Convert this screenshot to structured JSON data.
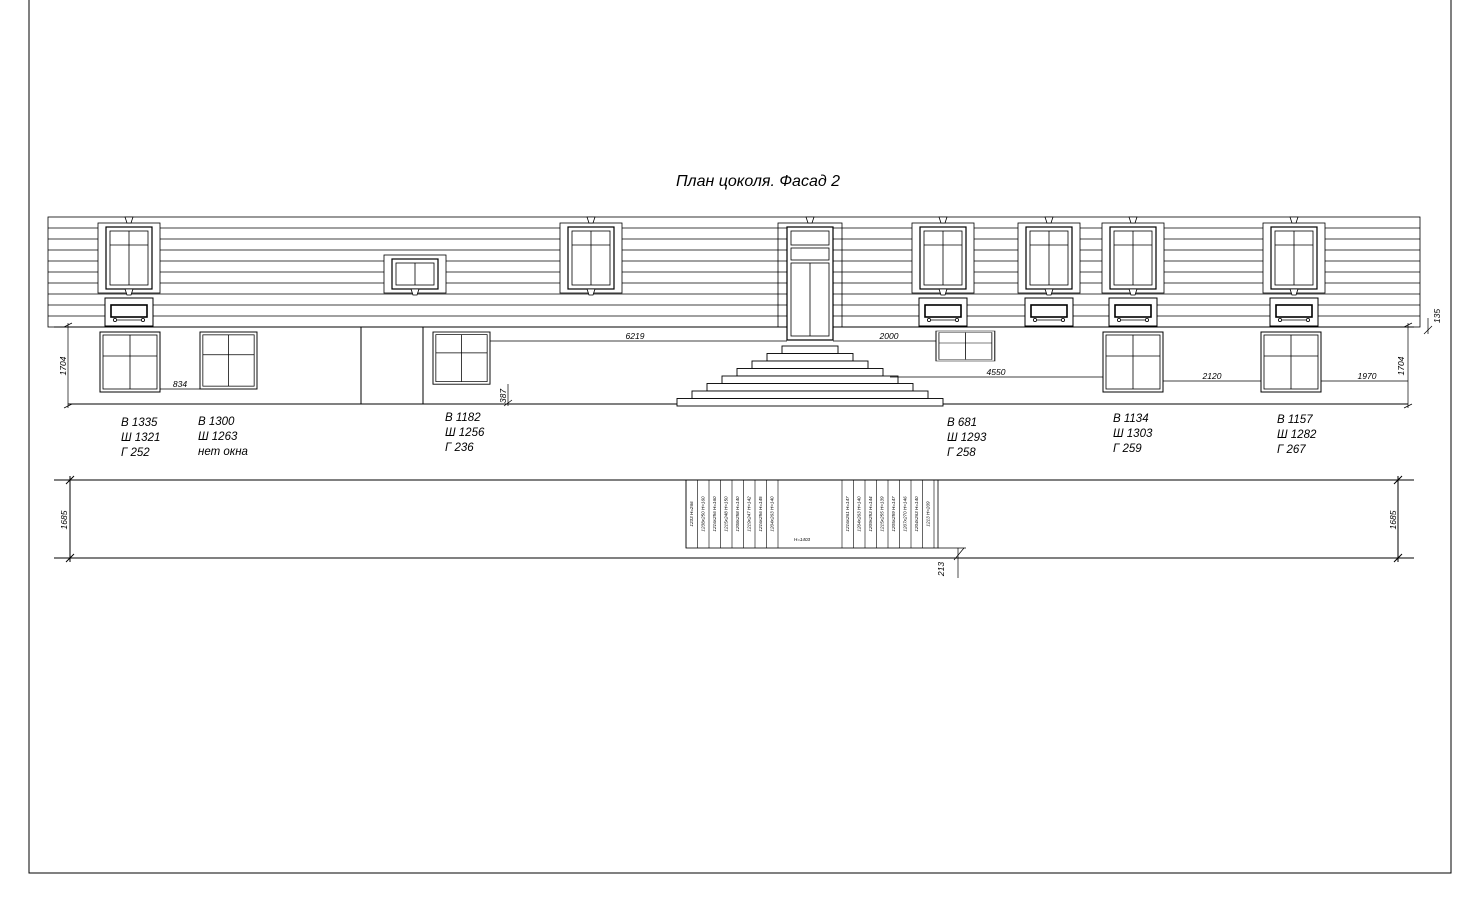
{
  "title": "План цоколя. Фасад 2",
  "openings": [
    {
      "lines": [
        "В 1335",
        "Ш 1321",
        "Г 252"
      ]
    },
    {
      "lines": [
        "В 1300",
        "Ш 1263",
        "нет окна"
      ]
    },
    {
      "lines": [
        "В 1182",
        "Ш 1256",
        "Г 236"
      ]
    },
    {
      "lines": [
        "В 681",
        "Ш 1293",
        "Г 258"
      ]
    },
    {
      "lines": [
        "В 1134",
        "Ш 1303",
        "Г 259"
      ]
    },
    {
      "lines": [
        "В 1157",
        "Ш 1282",
        "Г 267"
      ]
    }
  ],
  "dimensions": {
    "gap_w1_w2": "834",
    "run_to_stair": "6219",
    "stair_to_w": "2000",
    "stair_to_w5": "4550",
    "w5_to_w6": "2120",
    "w6_to_end": "1970",
    "plinth_height_left": "1704",
    "plinth_height_right": "1704",
    "log_offset": "135",
    "window_sill": "387",
    "plan_depth_left": "1685",
    "plan_depth_right": "1685",
    "step_offset": "213"
  },
  "stair_plan": {
    "left_labels": [
      "1233 H=266",
      "1238x250 H=160",
      "1216x256 H=160",
      "1215x248 H=150",
      "1208x258 H=140",
      "1219x247 H=142",
      "1216x256 H=145",
      "1204x263 H=140"
    ],
    "center_label": "H=1403",
    "right_labels": [
      "1216x261 H=147",
      "1204x263 H=140",
      "1209x253 H=144",
      "1215x255 H=139",
      "1205x259 H=147",
      "1207x270 H=146",
      "1204x263 H=140",
      "1213 H=209"
    ]
  }
}
